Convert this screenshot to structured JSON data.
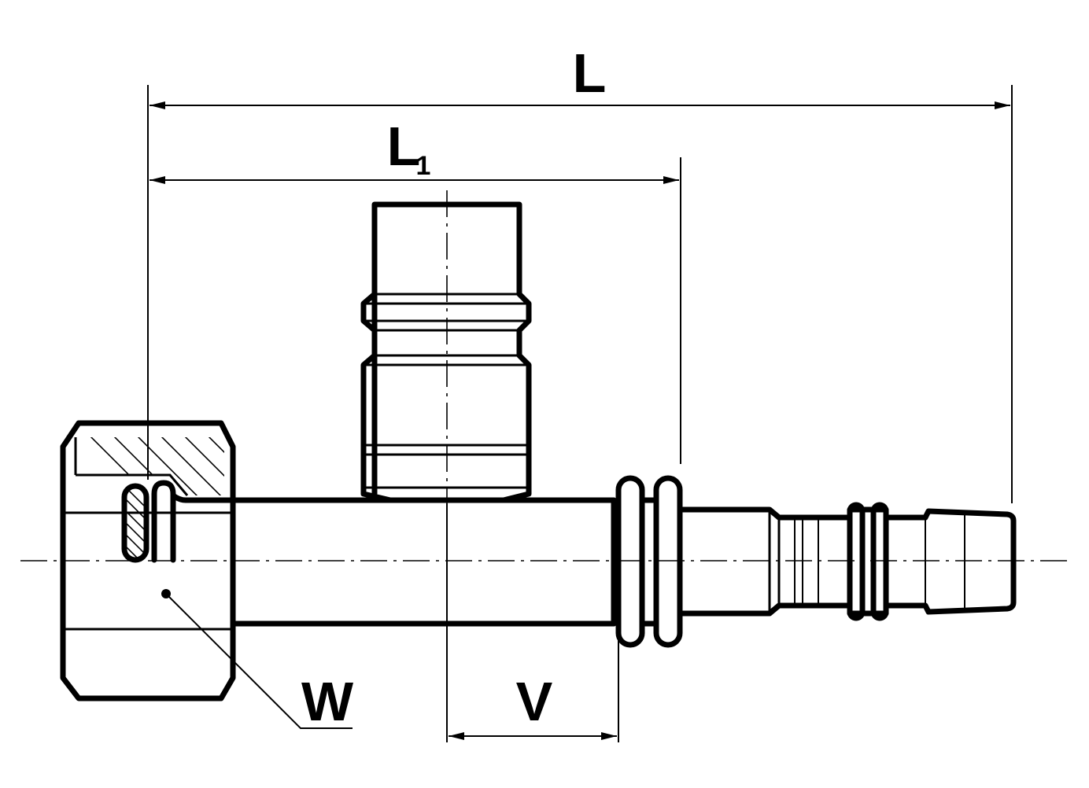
{
  "dimensions": {
    "overall_length": "L",
    "length_1": "L",
    "length_1_subscript": "1",
    "offset": "V",
    "wrench_size": "W"
  },
  "colors": {
    "line": "#000000",
    "background": "#ffffff"
  }
}
